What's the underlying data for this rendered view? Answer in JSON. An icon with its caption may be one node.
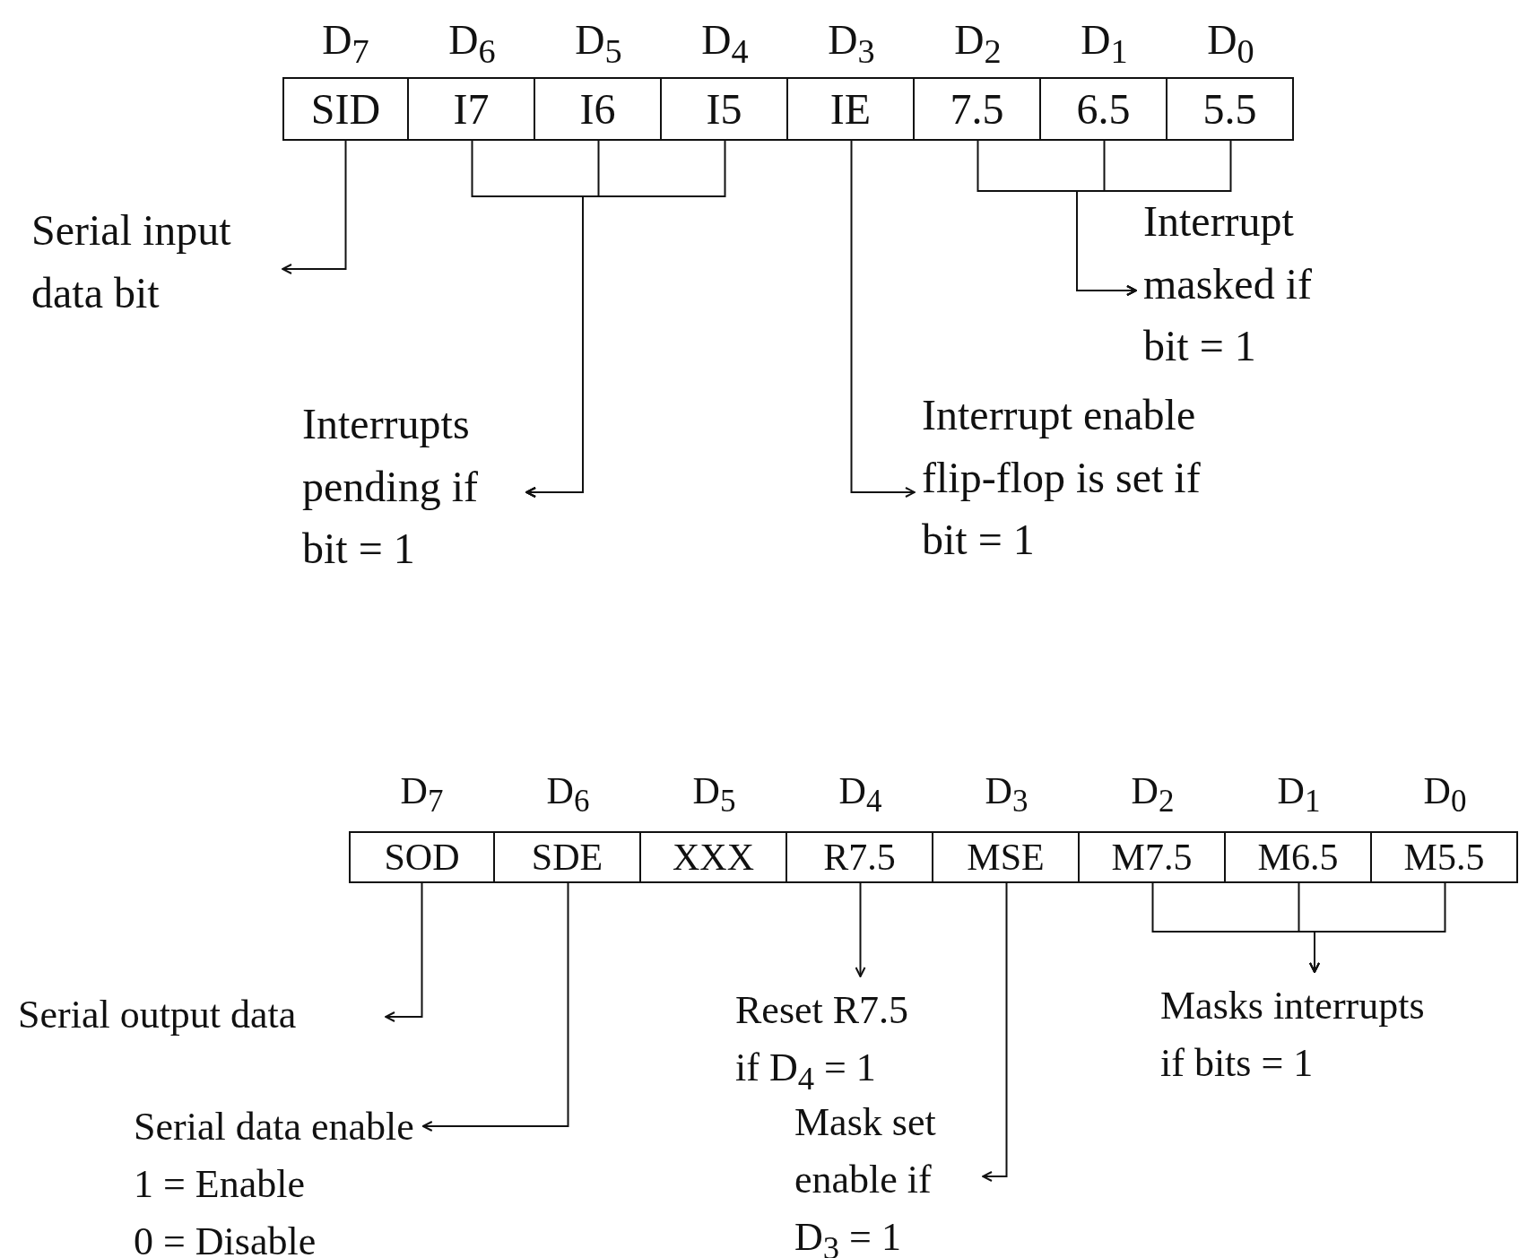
{
  "diagram": {
    "nodes": [
      {
        "text": [
          "SID"
        ]
      },
      {
        "text": [
          "I7"
        ]
      },
      {
        "text": [
          "I6"
        ]
      },
      {
        "text": [
          "I5"
        ]
      },
      {
        "text": [
          "IE"
        ]
      },
      {
        "text": [
          "7.5"
        ]
      },
      {
        "text": [
          "6.5"
        ]
      },
      {
        "text": [
          "5.5"
        ]
      },
      {
        "text": [
          "Serial input data bit"
        ]
      },
      {
        "text": [
          "Interrupt masked if bit = 1"
        ]
      },
      {
        "text": [
          "Interrupts pending if bit = 1"
        ]
      },
      {
        "text": [
          "Interrupt enable flip-flop is set if bit = 1"
        ]
      },
      {
        "text": [
          "SOD"
        ]
      },
      {
        "text": [
          "SDE"
        ]
      },
      {
        "text": [
          "XXX"
        ]
      },
      {
        "text": [
          "R7.5"
        ]
      },
      {
        "text": [
          "MSE"
        ]
      },
      {
        "text": [
          "M7.5"
        ]
      },
      {
        "text": [
          "M6.5"
        ]
      },
      {
        "text": [
          "M5.5"
        ]
      },
      {
        "text": [
          "Serial output data"
        ]
      },
      {
        "text": [
          "Reset R7.5 if D$_{4}$ = 1"
        ]
      },
      {
        "text": [
          "Masks interrupts if bits = 1"
        ]
      },
      {
        "text": [
          "Serial data enable",
          "1 = Enable",
          "0 = Disable"
        ]
      },
      {
        "text": [
          "Mask set enable if D$_{3}$ = 1"
        ]
      }
    ],
    "edges": [
      {
        "from": 0,
        "to": 8,
        "arrow": "to"
      },
      {
        "from": 1,
        "to": 10,
        "arrow": "to"
      },
      {
        "from": 2,
        "to": 10,
        "arrow": "to"
      },
      {
        "from": 3,
        "to": 10,
        "arrow": "to"
      },
      {
        "from": 4,
        "to": 11,
        "arrow": "to"
      },
      {
        "from": 5,
        "to": 9,
        "arrow": "to"
      },
      {
        "from": 6,
        "to": 9,
        "arrow": "to"
      },
      {
        "from": 7,
        "to": 9,
        "arrow": "to"
      },
      {
        "from": 12,
        "to": 20,
        "arrow": "to"
      },
      {
        "from": 13,
        "to": 23,
        "arrow": "to"
      },
      {
        "from": 15,
        "to": 21,
        "arrow": "to"
      },
      {
        "from": 16,
        "to": 24,
        "arrow": "to"
      },
      {
        "from": 17,
        "to": 22,
        "arrow": "to"
      },
      {
        "from": 18,
        "to": 22,
        "arrow": "to"
      },
      {
        "from": 19,
        "to": 22,
        "arrow": "to"
      }
    ],
    "labels": [
      "D$_{7}$",
      "D$_{6}$",
      "D$_{5}$",
      "D$_{4}$",
      "D$_{3}$",
      "D$_{2}$",
      "D$_{1}$",
      "D$_{0}$",
      "D$_{7}$",
      "D$_{6}$",
      "D$_{5}$",
      "D$_{4}$",
      "D$_{3}$",
      "D$_{2}$",
      "D$_{1}$",
      "D$_{0}$"
    ]
  }
}
